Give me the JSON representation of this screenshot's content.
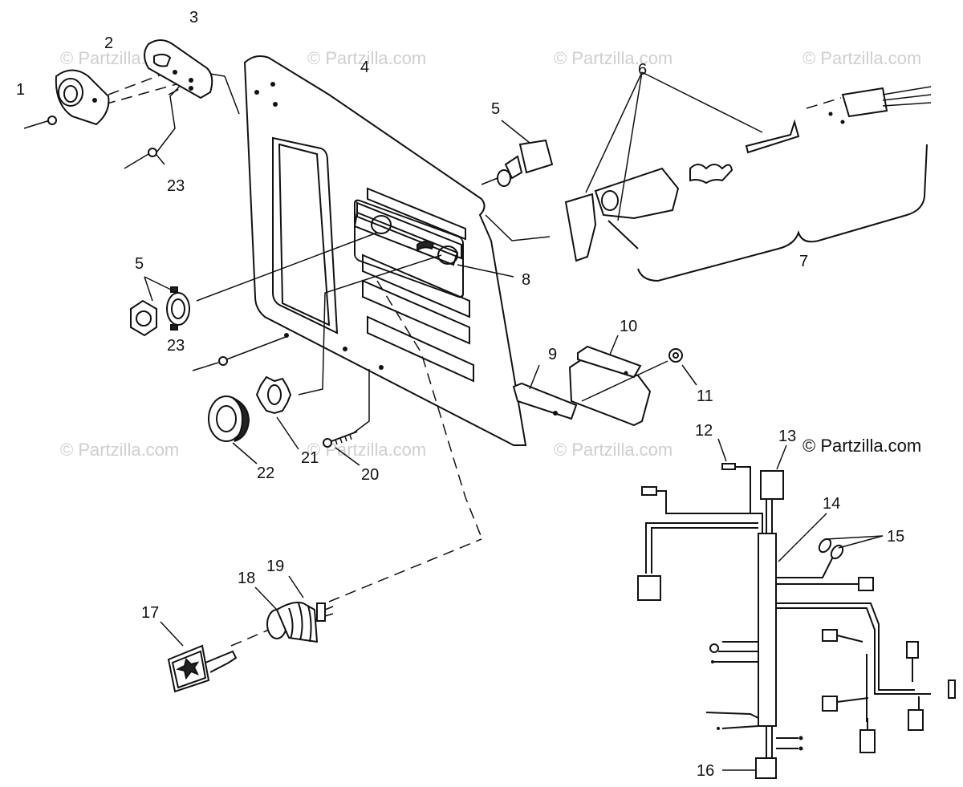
{
  "watermark_text": "© Partzilla.com",
  "copyright_text": "© Partzilla.com",
  "callouts": [
    "1",
    "2",
    "3",
    "4",
    "5",
    "5",
    "6",
    "7",
    "8",
    "9",
    "10",
    "11",
    "12",
    "13",
    "14",
    "15",
    "16",
    "17",
    "18",
    "19",
    "20",
    "21",
    "22",
    "23",
    "23"
  ]
}
